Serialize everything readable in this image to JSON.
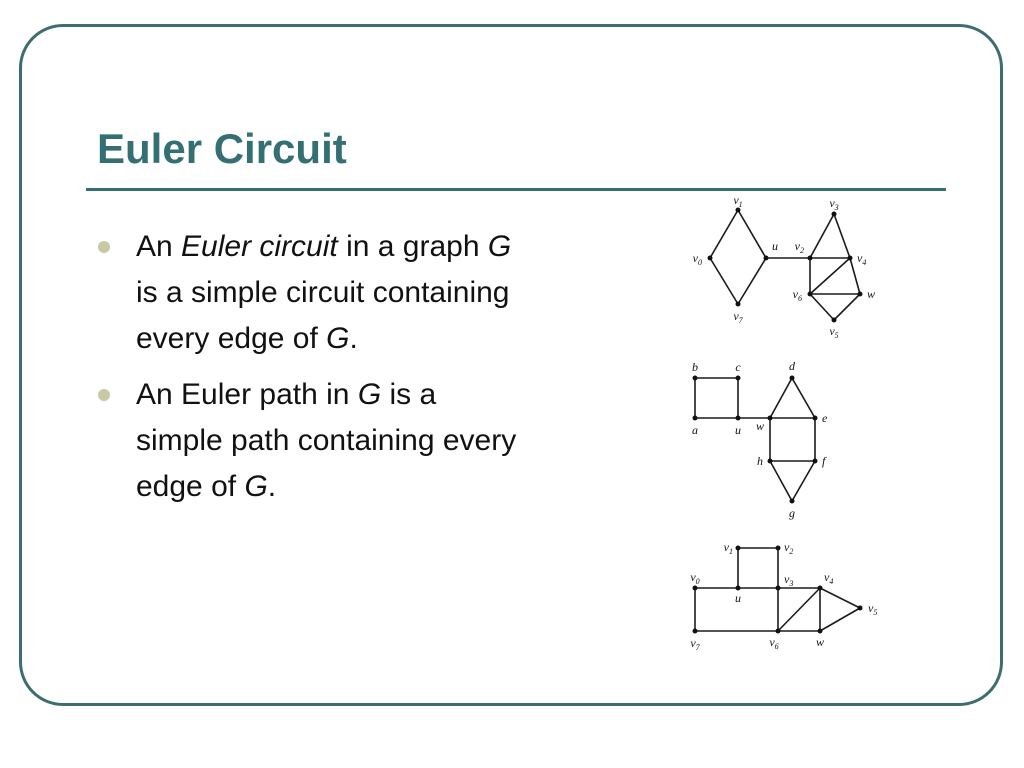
{
  "slide": {
    "title": "Euler Circuit",
    "bullets": [
      {
        "parts": [
          {
            "t": "An ",
            "i": false
          },
          {
            "t": "Euler circuit",
            "i": true
          },
          {
            "t": " in a graph ",
            "i": false
          },
          {
            "t": "G",
            "i": true
          },
          {
            "t": " is a simple circuit containing every edge of ",
            "i": false
          },
          {
            "t": "G",
            "i": true
          },
          {
            "t": ".",
            "i": false
          }
        ]
      },
      {
        "parts": [
          {
            "t": "An Euler path in ",
            "i": false
          },
          {
            "t": "G",
            "i": true
          },
          {
            "t": " is a simple path containing every edge of ",
            "i": false
          },
          {
            "t": "G",
            "i": true
          },
          {
            "t": ".",
            "i": false
          }
        ]
      }
    ]
  },
  "graphs": [
    {
      "name": "graph-1",
      "vertices": [
        {
          "id": "v1",
          "label": "v1"
        },
        {
          "id": "v0",
          "label": "v0"
        },
        {
          "id": "v7",
          "label": "v7"
        },
        {
          "id": "u",
          "label": "u"
        },
        {
          "id": "v2",
          "label": "v2"
        },
        {
          "id": "v3",
          "label": "v3"
        },
        {
          "id": "v4",
          "label": "v4"
        },
        {
          "id": "v6",
          "label": "v6"
        },
        {
          "id": "w",
          "label": "w"
        },
        {
          "id": "v5",
          "label": "v5"
        }
      ],
      "edges": [
        [
          "v0",
          "v1"
        ],
        [
          "v1",
          "u"
        ],
        [
          "u",
          "v7"
        ],
        [
          "v7",
          "v0"
        ],
        [
          "u",
          "v2"
        ],
        [
          "v2",
          "v3"
        ],
        [
          "v3",
          "v4"
        ],
        [
          "v2",
          "v4"
        ],
        [
          "v2",
          "v6"
        ],
        [
          "v4",
          "v6"
        ],
        [
          "v4",
          "w"
        ],
        [
          "v6",
          "w"
        ],
        [
          "v6",
          "v5"
        ],
        [
          "w",
          "v5"
        ]
      ]
    },
    {
      "name": "graph-2",
      "vertices": [
        {
          "id": "b",
          "label": "b"
        },
        {
          "id": "c",
          "label": "c"
        },
        {
          "id": "a",
          "label": "a"
        },
        {
          "id": "u",
          "label": "u"
        },
        {
          "id": "d",
          "label": "d"
        },
        {
          "id": "w",
          "label": "w"
        },
        {
          "id": "e",
          "label": "e"
        },
        {
          "id": "h",
          "label": "h"
        },
        {
          "id": "f",
          "label": "f"
        },
        {
          "id": "g",
          "label": "g"
        }
      ],
      "edges": [
        [
          "b",
          "c"
        ],
        [
          "b",
          "a"
        ],
        [
          "c",
          "u"
        ],
        [
          "a",
          "u"
        ],
        [
          "u",
          "w"
        ],
        [
          "w",
          "d"
        ],
        [
          "d",
          "e"
        ],
        [
          "w",
          "e"
        ],
        [
          "w",
          "h"
        ],
        [
          "e",
          "f"
        ],
        [
          "h",
          "f"
        ],
        [
          "h",
          "g"
        ],
        [
          "f",
          "g"
        ]
      ]
    },
    {
      "name": "graph-3",
      "vertices": [
        {
          "id": "v1",
          "label": "v1"
        },
        {
          "id": "v2",
          "label": "v2"
        },
        {
          "id": "v0",
          "label": "v0"
        },
        {
          "id": "u",
          "label": "u"
        },
        {
          "id": "v3",
          "label": "v3"
        },
        {
          "id": "v4",
          "label": "v4"
        },
        {
          "id": "v5",
          "label": "v5"
        },
        {
          "id": "v7",
          "label": "v7"
        },
        {
          "id": "v6",
          "label": "v6"
        },
        {
          "id": "w",
          "label": "w"
        }
      ],
      "edges": [
        [
          "v1",
          "v2"
        ],
        [
          "v1",
          "u"
        ],
        [
          "v2",
          "v3"
        ],
        [
          "v0",
          "u"
        ],
        [
          "u",
          "v3"
        ],
        [
          "v3",
          "v4"
        ],
        [
          "v0",
          "v7"
        ],
        [
          "v3",
          "v6"
        ],
        [
          "v4",
          "v6"
        ],
        [
          "v4",
          "w"
        ],
        [
          "v4",
          "v5"
        ],
        [
          "w",
          "v5"
        ],
        [
          "v7",
          "v6"
        ],
        [
          "v6",
          "w"
        ]
      ]
    }
  ]
}
